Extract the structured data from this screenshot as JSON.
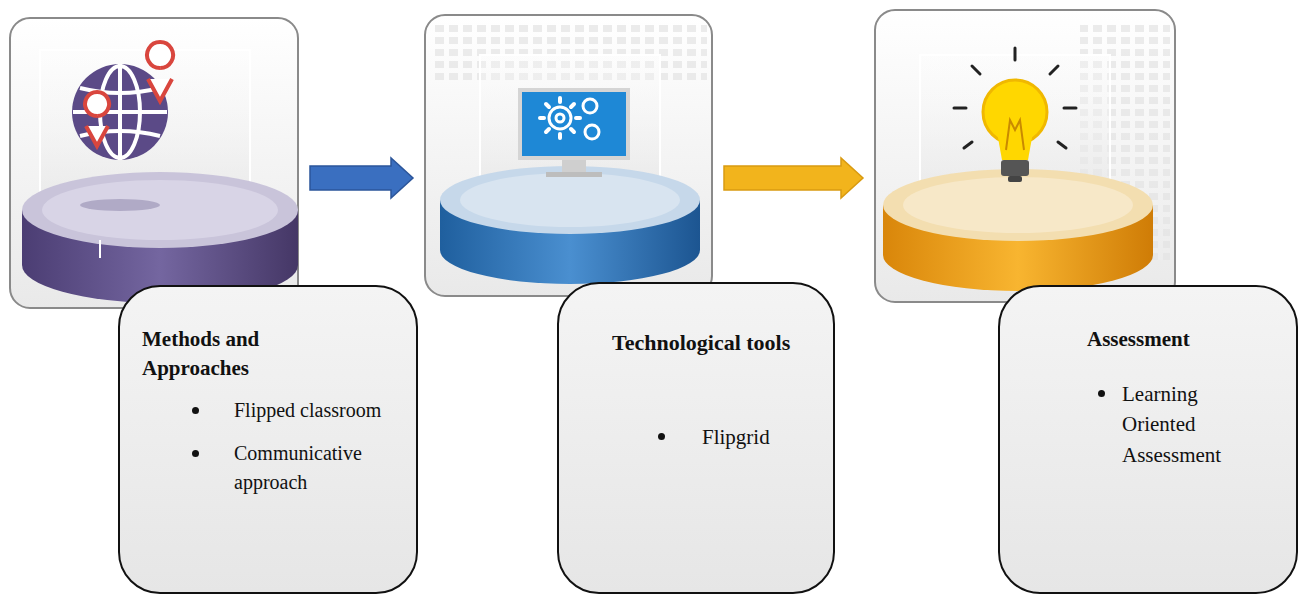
{
  "diagram": {
    "nodes": [
      {
        "text": [
          "Methods and Approaches",
          "Flipped classroom",
          "Communicative approach"
        ]
      },
      {
        "text": [
          "Technological tools",
          "Flipgrid"
        ]
      },
      {
        "text": [
          "Assessment",
          "Learning Oriented Assessment"
        ]
      }
    ],
    "edges": [
      {
        "from": 0,
        "to": 1,
        "arrow": "to"
      },
      {
        "from": 1,
        "to": 2,
        "arrow": "to"
      }
    ]
  }
}
